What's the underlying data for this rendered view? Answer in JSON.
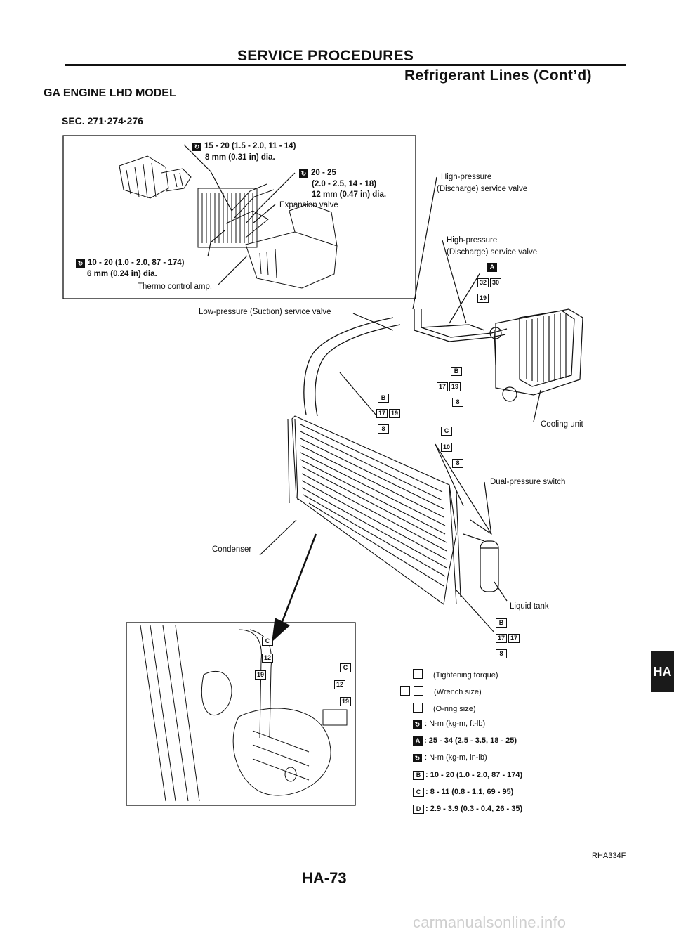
{
  "header": {
    "section_title": "SERVICE PROCEDURES",
    "subsection_title": "Refrigerant Lines (Cont’d)",
    "model_title": "GA ENGINE LHD MODEL",
    "sec_ref": "SEC. 271·274·276"
  },
  "inset": {
    "torque_1_line1": "15 - 20 (1.5 - 2.0, 11 - 14)",
    "torque_1_line2": "8 mm (0.31 in) dia.",
    "torque_2_line1": "20 - 25",
    "torque_2_line2": "(2.0 - 2.5, 14 - 18)",
    "torque_2_line3": "12 mm (0.47 in) dia.",
    "expansion_valve": "Expansion valve",
    "torque_3_line1": "10 - 20 (1.0 - 2.0, 87 - 174)",
    "torque_3_line2": "6 mm (0.24 in) dia.",
    "thermo_control": "Thermo control amp."
  },
  "callouts": {
    "hp_service_valve_1_line1": "High-pressure",
    "hp_service_valve_1_line2": "(Discharge) service valve",
    "hp_service_valve_2_line1": "High-pressure",
    "hp_service_valve_2_line2": "(Discharge) service valve",
    "lp_service_valve": "Low-pressure (Suction) service valve",
    "cooling_unit": "Cooling unit",
    "dual_pressure_switch": "Dual-pressure switch",
    "condenser": "Condenser",
    "liquid_tank": "Liquid tank"
  },
  "keys": {
    "A": "A",
    "B": "B",
    "C": "C",
    "D": "D",
    "n32": "32",
    "n30": "30",
    "n19": "19",
    "n17": "17",
    "n8": "8",
    "n10": "10",
    "n12": "12"
  },
  "legend": {
    "tightening": "(Tightening torque)",
    "wrench": "(Wrench size)",
    "oring": "(O-ring size)",
    "nm_kgm_ftlb": ": N·m (kg-m, ft-lb)",
    "a_value": ": 25 - 34 (2.5 - 3.5, 18 - 25)",
    "nm_kgm_inlb": ": N·m (kg-m, in-lb)",
    "b_value": ": 10 - 20 (1.0 - 2.0, 87 - 174)",
    "c_value": ": 8 - 11 (0.8 - 1.1, 69 - 95)",
    "d_value": ": 2.9 - 3.9 (0.3 - 0.4, 26 - 35)"
  },
  "side_tab": "HA",
  "figure_ref": "RHA334F",
  "page_number": "HA-73",
  "watermark": "carmanualsonline.info"
}
